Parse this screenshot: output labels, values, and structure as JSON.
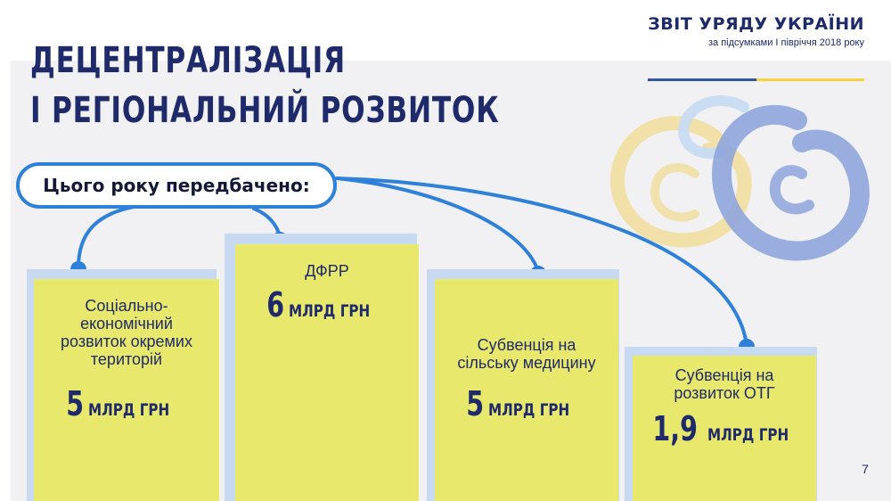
{
  "report": {
    "title": "ЗВІТ УРЯДУ УКРАЇНИ",
    "subtitle": "за підсумками І півріччя 2018 року",
    "flag_colors": [
      "#2f56a6",
      "#f6d33c"
    ]
  },
  "headline": {
    "line1": "ДЕЦЕНТРАЛІЗАЦІЯ",
    "line2": "І РЕГІОНАЛЬНИЙ РОЗВИТОК"
  },
  "callout": {
    "label": "Цього року передбачено:"
  },
  "cards": [
    {
      "label": "Соціально-економічний розвиток окремих територій",
      "amount": "5",
      "unit": "МЛРД ГРН"
    },
    {
      "label": "ДФРР",
      "amount": "6",
      "unit": "МЛРД ГРН"
    },
    {
      "label": "Субвенція на сільську медицину",
      "amount": "5",
      "unit": "МЛРД ГРН"
    },
    {
      "label": "Субвенція на розвиток ОТГ",
      "amount": "1,9",
      "unit": "МЛРД ГРН"
    }
  ],
  "page_number": "7",
  "colors": {
    "navy": "#1f2a6b",
    "connector_blue": "#2f80d9",
    "card_yellow": "#e8e86d",
    "card_shadow_blue": "#c8daf2",
    "panel_gray": "#f1f1f3",
    "decor_yellow": "#f1dfa0",
    "decor_light_blue": "#c7dbf2",
    "decor_mid_blue": "#8fa5dc"
  },
  "icons": [
    "connector-dot",
    "brush-circle-decoration"
  ]
}
